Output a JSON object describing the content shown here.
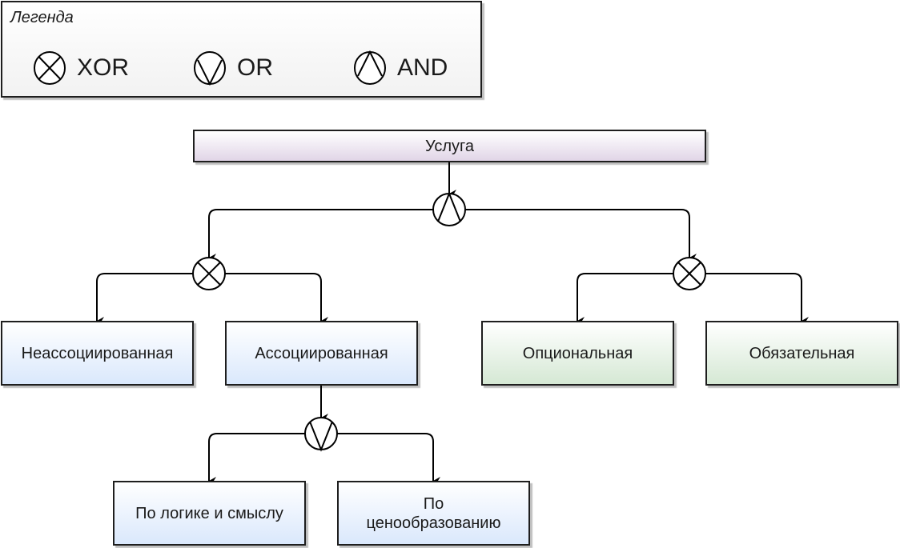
{
  "legend": {
    "title": "Легенда",
    "items": [
      {
        "symbol": "xor-icon",
        "label": "XOR"
      },
      {
        "symbol": "or-icon",
        "label": "OR"
      },
      {
        "symbol": "and-icon",
        "label": "AND"
      }
    ]
  },
  "nodes": {
    "root": {
      "label": "Услуга"
    },
    "unassociated": {
      "label": "Неассоциированная"
    },
    "associated": {
      "label": "Ассоциированная"
    },
    "optional": {
      "label": "Опциональная"
    },
    "mandatory": {
      "label": "Обязательная"
    },
    "by_logic": {
      "label": "По логике и смыслу"
    },
    "by_pricing": {
      "label": "По ценообразованию"
    }
  },
  "gates": [
    {
      "id": "root-gate",
      "type": "AND",
      "from": "root",
      "to": [
        "associated-gate-left",
        "associated-gate-right"
      ]
    },
    {
      "id": "left-gate",
      "type": "XOR",
      "to": [
        "unassociated",
        "associated"
      ]
    },
    {
      "id": "right-gate",
      "type": "XOR",
      "to": [
        "optional",
        "mandatory"
      ]
    },
    {
      "id": "assoc-gate",
      "type": "OR",
      "from": "associated",
      "to": [
        "by_logic",
        "by_pricing"
      ]
    }
  ],
  "colors": {
    "root_fill": "#e1d5e7",
    "blue_fill": "#dae8fc",
    "green_fill": "#d5e8d4",
    "stroke": "#1e1e1e"
  }
}
